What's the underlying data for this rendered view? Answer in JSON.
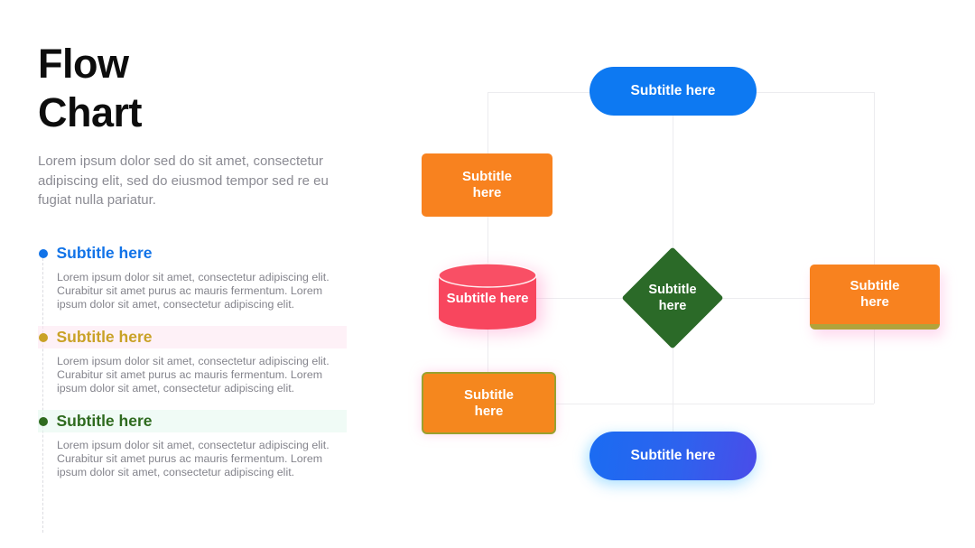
{
  "slide": {
    "background": "#ffffff",
    "title_line1": "Flow",
    "title_line2": "Chart",
    "intro": "Lorem ipsum dolor sed do sit amet, consectetur adipiscing elit, sed do eiusmod tempor sed re eu fugiat nulla pariatur."
  },
  "left": {
    "sections": [
      {
        "label": "Subtitle here",
        "color": "#1173e8",
        "body": "Lorem ipsum dolor sit amet, consectetur adipiscing elit. Curabitur sit amet purus ac mauris fermentum. Lorem ipsum dolor sit amet, consectetur adipiscing elit."
      },
      {
        "label": "Subtitle here",
        "color": "#c9a227",
        "body": "Lorem ipsum dolor sit amet, consectetur adipiscing elit. Curabitur sit amet purus ac mauris fermentum. Lorem ipsum dolor sit amet, consectetur adipiscing elit."
      },
      {
        "label": "Subtitle here",
        "color": "#2f6b1f",
        "body": "Lorem ipsum dolor sit amet, consectetur adipiscing elit. Curabitur sit amet purus ac mauris fermentum. Lorem ipsum dolor sit amet, consectetur adipiscing elit."
      }
    ]
  },
  "flowchart": {
    "connector_color": "#ececef",
    "nodes": [
      {
        "id": "top-pill",
        "shape": "pill",
        "label": "Subtitle here",
        "color": "#0d79f2"
      },
      {
        "id": "left-rect",
        "shape": "rect",
        "label": "Subtitle here",
        "color": "#f8821f"
      },
      {
        "id": "cylinder",
        "shape": "cylinder",
        "label": "Subtitle here",
        "color": "#f8465e"
      },
      {
        "id": "diamond",
        "shape": "diamond",
        "label": "Subtitle here",
        "color": "#2b6a28"
      },
      {
        "id": "right-rect",
        "shape": "rect",
        "label": "Subtitle here",
        "color": "#f8821f",
        "accent": "#b1a33b"
      },
      {
        "id": "bordered-rect",
        "shape": "rect",
        "label": "Subtitle here",
        "color": "#f5871e",
        "border": "#9aa12f"
      },
      {
        "id": "bottom-pill",
        "shape": "pill",
        "label": "Subtitle here",
        "color_start": "#1a6cf2",
        "color_end": "#4a4ce9"
      }
    ]
  }
}
